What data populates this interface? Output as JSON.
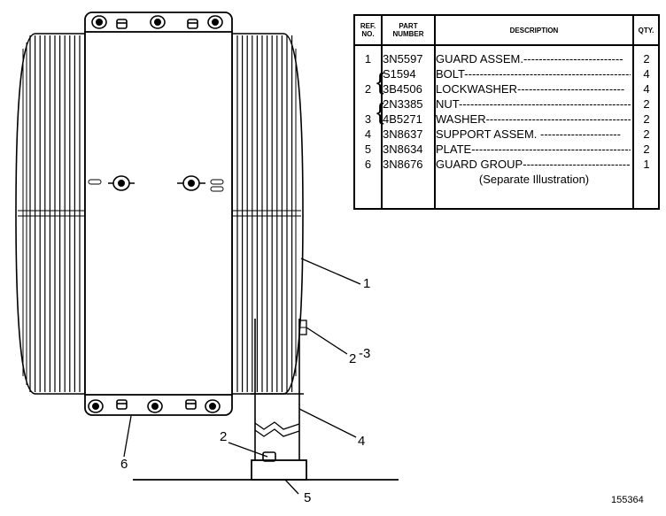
{
  "table": {
    "headers": {
      "ref": "REF. NO.",
      "part": "PART NUMBER",
      "desc": "DESCRIPTION",
      "qty": "QTY."
    },
    "rows": [
      {
        "ref": "1",
        "part": "3N5597",
        "desc": "GUARD ASSEM.",
        "qty": "2"
      },
      {
        "ref": "",
        "part": "S1594",
        "desc": "BOLT",
        "qty": "4"
      },
      {
        "ref": "2",
        "part": "3B4506",
        "desc": "LOCKWASHER",
        "qty": "4"
      },
      {
        "ref": "",
        "part": "2N3385",
        "desc": "NUT",
        "qty": "2"
      },
      {
        "ref": "3",
        "part": "4B5271",
        "desc": "WASHER",
        "qty": "2"
      },
      {
        "ref": "4",
        "part": "3N8637",
        "desc": "SUPPORT ASSEM.",
        "qty": "2"
      },
      {
        "ref": "5",
        "part": "3N8634",
        "desc": "PLATE",
        "qty": "2"
      },
      {
        "ref": "6",
        "part": "3N8676",
        "desc": "GUARD GROUP",
        "qty": "1"
      }
    ],
    "note": "(Separate Illustration)"
  },
  "callouts": {
    "c1": "1",
    "c23": "2",
    "c23b": "-3",
    "c4": "4",
    "c2": "2",
    "c6": "6",
    "c5": "5"
  },
  "figure_id": "155364"
}
